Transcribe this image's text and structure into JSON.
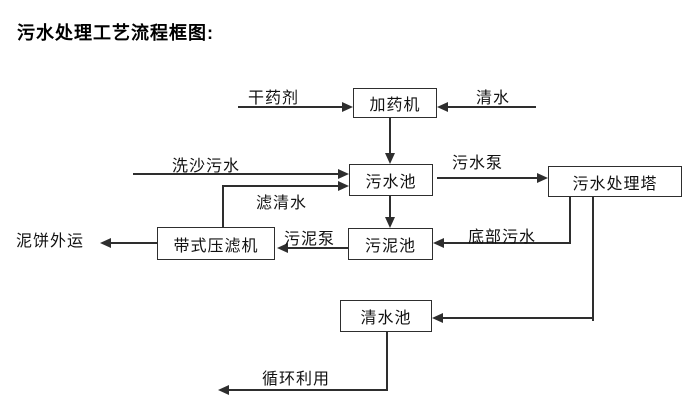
{
  "title": "污水处理工艺流程框图:",
  "colors": {
    "line": "#2e2e2e",
    "box_border": "#2e2e2e",
    "text": "#111111",
    "background": "#ffffff"
  },
  "nodes": {
    "dosing_machine": "加药机",
    "sewage_pool": "污水池",
    "treatment_tower": "污水处理塔",
    "sludge_pool": "污泥池",
    "belt_filter_press": "带式压滤机",
    "clear_water_pool": "清水池"
  },
  "flow_labels": {
    "dry_agent": "干药剂",
    "clean_water": "清水",
    "sand_washing_sewage": "洗沙污水",
    "sewage_pump": "污水泵",
    "filtered_water": "滤清水",
    "sludge_pump": "污泥泵",
    "bottom_sewage": "底部污水",
    "mud_cake_out": "泥饼外运",
    "recycling": "循环利用"
  }
}
